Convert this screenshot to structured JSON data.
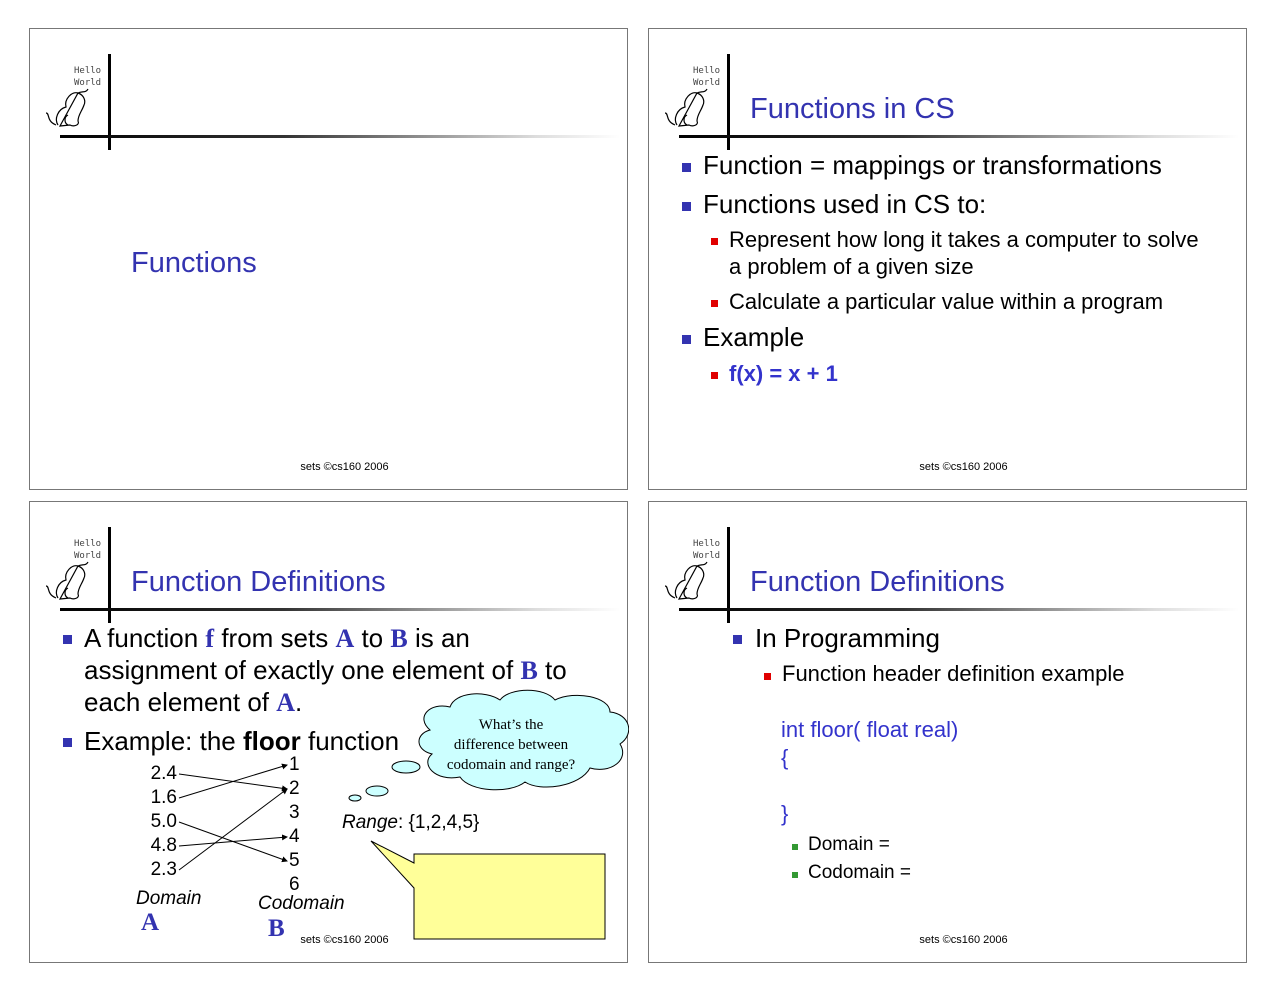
{
  "logo": {
    "text_line1": "Hello",
    "text_line2": "World"
  },
  "footer": "sets ©cs160 2006",
  "slide1": {
    "title": "Functions"
  },
  "slide2": {
    "title": "Functions in CS",
    "bullets": [
      "Function = mappings or transformations",
      "Functions used in CS to:",
      "Example"
    ],
    "sub_bullets": [
      "Represent how long it takes a computer to solve",
      "a problem of a given size",
      "Calculate a particular value within a program"
    ],
    "example": "f(x) = x + 1"
  },
  "slide3": {
    "title": "Function Definitions",
    "line1_a": "A function ",
    "line1_f": "f",
    "line1_b": "  from sets ",
    "line1_A": "A",
    "line1_c": " to ",
    "line1_B": "B",
    "line1_d": " is an",
    "line2_a": "assignment of exactly one element of ",
    "line2_B": "B",
    "line2_b": " to",
    "line3_a": "each element of ",
    "line3_A": "A",
    "line3_b": ".",
    "example_a": "Example: the ",
    "example_bold": "floor",
    "example_b": " function",
    "domain_values": [
      "2.4",
      "1.6",
      "5.0",
      "4.8",
      "2.3"
    ],
    "codomain_values": [
      "1",
      "2",
      "3",
      "4",
      "5",
      "6"
    ],
    "mapping": [
      [
        0,
        1
      ],
      [
        1,
        0
      ],
      [
        2,
        4
      ],
      [
        3,
        3
      ],
      [
        4,
        1
      ]
    ],
    "domain_label": "Domain",
    "domain_set": "A",
    "codomain_label": "Codomain",
    "codomain_set": "B",
    "range_label": "Range",
    "range_value": ": {1,2,4,5}",
    "cloud_line1": "What’s the",
    "cloud_line2": "difference between",
    "cloud_line3": "codomain and range?"
  },
  "slide4": {
    "title": "Function Definitions",
    "bullet": "In Programming",
    "sub_bullet": "Function header definition example",
    "code_line1": "int floor( float real)",
    "code_line2": "{",
    "code_line3": "}",
    "items": [
      "Domain =",
      "Codomain ="
    ]
  },
  "colors": {
    "title": "#3333b0",
    "bullet_l1": "#3333b0",
    "bullet_l2": "#e00000",
    "bullet_l3": "#339933",
    "cloud": "#ccffff",
    "note": "#ffff99"
  }
}
